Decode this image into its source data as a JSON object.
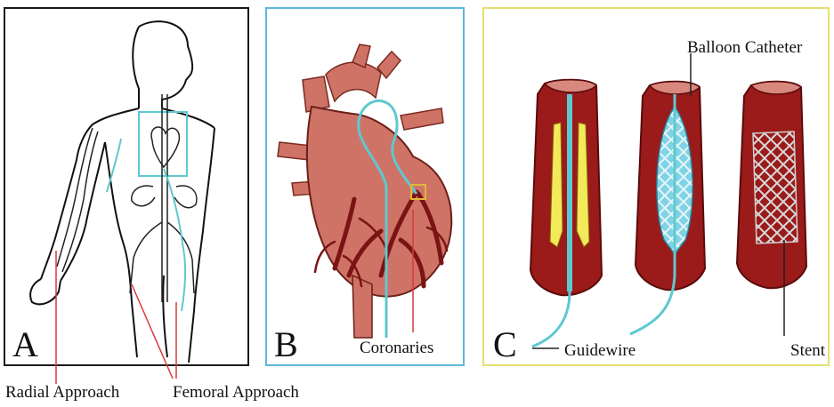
{
  "panels": {
    "a": {
      "letter": "A"
    },
    "b": {
      "letter": "B",
      "label": "Coronaries"
    },
    "c": {
      "letter": "C",
      "label_balloon": "Balloon Catheter",
      "label_guidewire": "Guidewire",
      "label_stent": "Stent"
    }
  },
  "bottom_labels": {
    "radial": "Radial Approach",
    "femoral": "Femoral Approach"
  },
  "colors": {
    "panel_a_border": "#1a1a1a",
    "panel_b_border": "#5cb8d8",
    "panel_c_border": "#e3df72",
    "artery": "#8a1c1c",
    "heart": "#cf7367",
    "guidewire": "#5ec8d0",
    "plaque": "#f3ea5a",
    "pointer_line": "#d93a3a"
  }
}
